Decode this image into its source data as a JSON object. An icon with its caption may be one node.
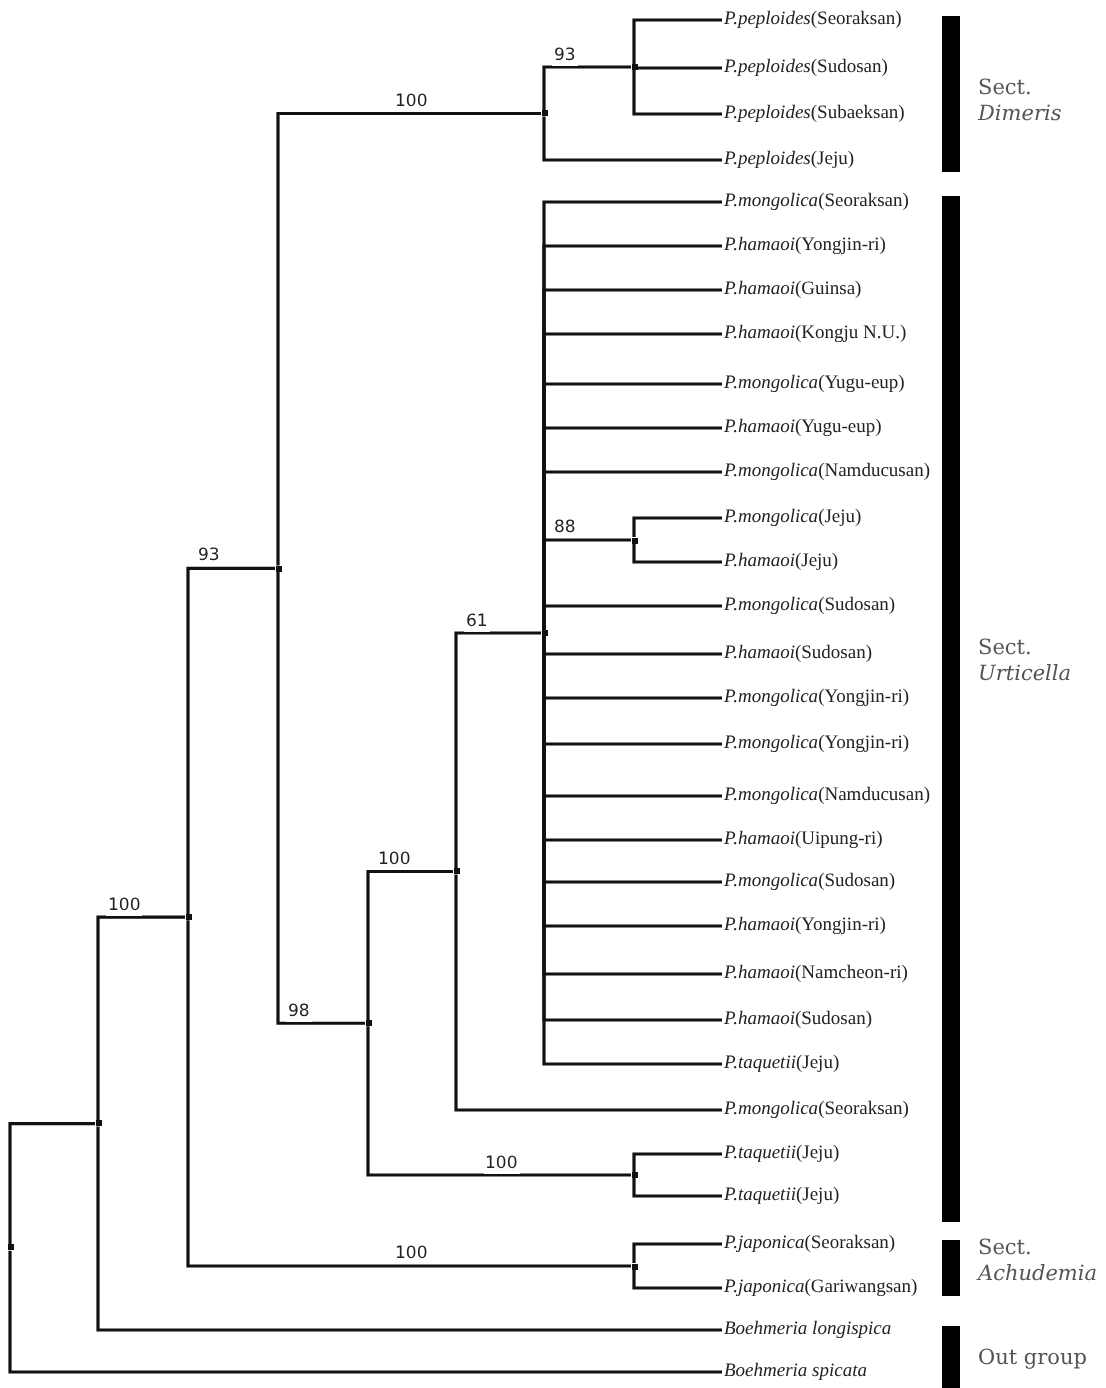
{
  "diagram": {
    "nodes": [
      {
        "text": [
          "*P.peploides*(Seoraksan)"
        ]
      },
      {
        "text": [
          "*P.peploides*(Sudosan)"
        ]
      },
      {
        "text": [
          "*P.peploides*(Subaeksan)"
        ]
      },
      {
        "text": [
          "*P.peploides*(Jeju)"
        ]
      },
      {
        "text": [
          "*P.mongolica*(Seoraksan)"
        ]
      },
      {
        "text": [
          "*P.hamaoi*(Yongjin-ri)"
        ]
      },
      {
        "text": [
          "*P.hamaoi*(Guinsa)"
        ]
      },
      {
        "text": [
          "*P.hamaoi*(Kongju N.U.)"
        ]
      },
      {
        "text": [
          "*P.mongolica*(Yugu-eup)"
        ]
      },
      {
        "text": [
          "*P.hamaoi*(Yugu-eup)"
        ]
      },
      {
        "text": [
          "*P.mongolica*(Namducusan)"
        ]
      },
      {
        "text": [
          "*P.mongolica*(Jeju)"
        ]
      },
      {
        "text": [
          "*P.hamaoi*(Jeju)"
        ]
      },
      {
        "text": [
          "*P.mongolica*(Sudosan)"
        ]
      },
      {
        "text": [
          "*P.hamaoi*(Sudosan)"
        ]
      },
      {
        "text": [
          "*P.mongolica*(Yongjin-ri)"
        ]
      },
      {
        "text": [
          "*P.mongolica*(Yongjin-ri)"
        ]
      },
      {
        "text": [
          "*P.mongolica*(Namducusan)"
        ]
      },
      {
        "text": [
          "*P.hamaoi*(Uipung-ri)"
        ]
      },
      {
        "text": [
          "*P.mongolica*(Sudosan)"
        ]
      },
      {
        "text": [
          "*P.hamaoi*(Yongjin-ri)"
        ]
      },
      {
        "text": [
          "*P.hamaoi*(Namcheon-ri)"
        ]
      },
      {
        "text": [
          "*P.hamaoi*(Sudosan)"
        ]
      },
      {
        "text": [
          "*P.taquetii*(Jeju)"
        ]
      },
      {
        "text": [
          "*P.mongolica*(Seoraksan)"
        ]
      },
      {
        "text": [
          "*P.taquetii*(Jeju)"
        ]
      },
      {
        "text": [
          "*P.taquetii*(Jeju)"
        ]
      },
      {
        "text": [
          "*P.japonica*(Seoraksan)"
        ]
      },
      {
        "text": [
          "*P.japonica*(Gariwangsan)"
        ]
      },
      {
        "text": [
          "Boehmeria longispica"
        ]
      },
      {
        "text": [
          "Boehmeria spicata"
        ]
      },
      {
        "text": [],
        "shape": "point"
      },
      {
        "text": [],
        "shape": "point"
      },
      {
        "text": [],
        "shape": "point"
      },
      {
        "text": [],
        "shape": "point"
      },
      {
        "text": [],
        "shape": "point"
      },
      {
        "text": [],
        "shape": "point"
      },
      {
        "text": [],
        "shape": "point"
      },
      {
        "text": [],
        "shape": "point"
      },
      {
        "text": [],
        "shape": "point"
      },
      {
        "text": [],
        "shape": "point"
      },
      {
        "text": [],
        "shape": "point"
      },
      {
        "text": [],
        "shape": "point"
      }
    ],
    "edges": [
      {
        "from": 31,
        "to": 32,
        "arrow": "none"
      },
      {
        "from": 31,
        "to": 30,
        "arrow": "none"
      },
      {
        "from": 32,
        "to": 33,
        "arrow": "none",
        "label": "100"
      },
      {
        "from": 32,
        "to": 29,
        "arrow": "none"
      },
      {
        "from": 33,
        "to": 34,
        "arrow": "none",
        "label": "93"
      },
      {
        "from": 33,
        "to": 42,
        "arrow": "none",
        "label": "100"
      },
      {
        "from": 34,
        "to": 35,
        "arrow": "none",
        "label": "100"
      },
      {
        "from": 34,
        "to": 37,
        "arrow": "none",
        "label": "98"
      },
      {
        "from": 35,
        "to": 36,
        "arrow": "none",
        "label": "93"
      },
      {
        "from": 35,
        "to": 3,
        "arrow": "none"
      },
      {
        "from": 36,
        "to": 0,
        "arrow": "none"
      },
      {
        "from": 36,
        "to": 1,
        "arrow": "none"
      },
      {
        "from": 36,
        "to": 2,
        "arrow": "none"
      },
      {
        "from": 37,
        "to": 38,
        "arrow": "none",
        "label": "100"
      },
      {
        "from": 37,
        "to": 41,
        "arrow": "none",
        "label": "100"
      },
      {
        "from": 38,
        "to": 39,
        "arrow": "none",
        "label": "61"
      },
      {
        "from": 38,
        "to": 24,
        "arrow": "none"
      },
      {
        "from": 39,
        "to": 4,
        "arrow": "none"
      },
      {
        "from": 39,
        "to": 5,
        "arrow": "none"
      },
      {
        "from": 39,
        "to": 6,
        "arrow": "none"
      },
      {
        "from": 39,
        "to": 7,
        "arrow": "none"
      },
      {
        "from": 39,
        "to": 8,
        "arrow": "none"
      },
      {
        "from": 39,
        "to": 9,
        "arrow": "none"
      },
      {
        "from": 39,
        "to": 10,
        "arrow": "none"
      },
      {
        "from": 39,
        "to": 40,
        "arrow": "none",
        "label": "88"
      },
      {
        "from": 39,
        "to": 13,
        "arrow": "none"
      },
      {
        "from": 39,
        "to": 14,
        "arrow": "none"
      },
      {
        "from": 39,
        "to": 15,
        "arrow": "none"
      },
      {
        "from": 39,
        "to": 16,
        "arrow": "none"
      },
      {
        "from": 39,
        "to": 17,
        "arrow": "none"
      },
      {
        "from": 39,
        "to": 18,
        "arrow": "none"
      },
      {
        "from": 39,
        "to": 19,
        "arrow": "none"
      },
      {
        "from": 39,
        "to": 20,
        "arrow": "none"
      },
      {
        "from": 39,
        "to": 21,
        "arrow": "none"
      },
      {
        "from": 39,
        "to": 22,
        "arrow": "none"
      },
      {
        "from": 39,
        "to": 23,
        "arrow": "none"
      },
      {
        "from": 40,
        "to": 11,
        "arrow": "none"
      },
      {
        "from": 40,
        "to": 12,
        "arrow": "none"
      },
      {
        "from": 41,
        "to": 25,
        "arrow": "none"
      },
      {
        "from": 41,
        "to": 26,
        "arrow": "none"
      },
      {
        "from": 42,
        "to": 27,
        "arrow": "none"
      },
      {
        "from": 42,
        "to": 28,
        "arrow": "none"
      }
    ],
    "labels": [
      "Sect. *Dimeris*",
      "Sect. *Urticella*",
      "Sect. *Achudemia*",
      "Out group"
    ]
  }
}
